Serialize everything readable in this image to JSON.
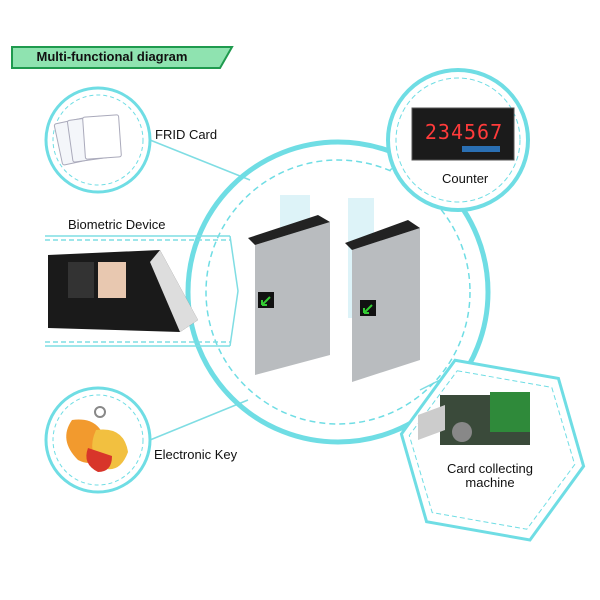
{
  "banner": {
    "title": "Multi-functional diagram"
  },
  "modules": {
    "frid_card": "FRID Card",
    "biometric": "Biometric Device",
    "counter": "Counter",
    "counter_display": "234567",
    "electronic_key": "Electronic Key",
    "card_collecting_line1": "Card collecting",
    "card_collecting_line2": "machine"
  },
  "colors": {
    "accent": "#5fd6de",
    "banner_fill": "#8fe3b0",
    "banner_border": "#1f9a4e"
  }
}
